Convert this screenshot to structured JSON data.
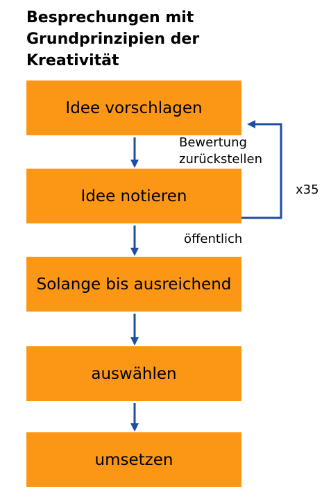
{
  "title": {
    "line1": "Besprechungen mit",
    "line2": "Grundprinzipien der",
    "line3": "Kreativität"
  },
  "steps": [
    {
      "label": "Idee vorschlagen"
    },
    {
      "label": "Idee notieren"
    },
    {
      "label": "Solange bis ausreichend"
    },
    {
      "label": "auswählen"
    },
    {
      "label": "umsetzen"
    }
  ],
  "notes": {
    "deferral_line1": "Bewertung",
    "deferral_line2": "zurückstellen",
    "public": "öffentlich",
    "repeat_count": "x35"
  },
  "colors": {
    "box_fill": "#fb9714",
    "arrow": "#1f4ea1"
  }
}
